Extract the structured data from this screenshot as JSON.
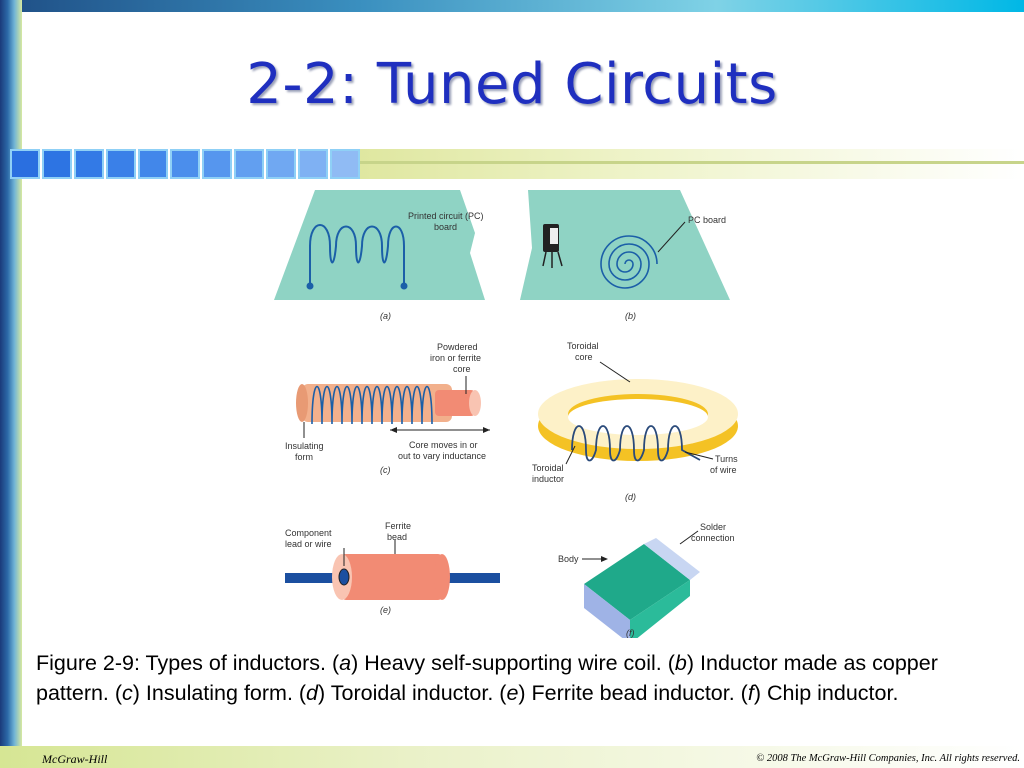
{
  "slide": {
    "title": "2-2: Tuned Circuits",
    "caption": {
      "p1": "Figure 2-9: Types of inductors.  (",
      "a": "a",
      "p2": ") Heavy self-supporting wire coil. (",
      "b": "b",
      "p3": ") Inductor made as copper pattern. (",
      "c": "c",
      "p4": ") Insulating form. (",
      "d": "d",
      "p5": ") Toroidal inductor. (",
      "e": "e",
      "p6": ") Ferrite bead inductor. (",
      "f": "f",
      "p7": ") Chip inductor."
    },
    "footer_left": "McGraw-Hill",
    "footer_right": "© 2008 The McGraw-Hill Companies, Inc. All rights reserved."
  },
  "figure": {
    "a": {
      "label": "(a)",
      "board_line1": "Printed circuit (PC)",
      "board_line2": "board"
    },
    "b": {
      "label": "(b)",
      "board": "PC board"
    },
    "c": {
      "label": "(c)",
      "core_line1": "Powdered",
      "core_line2": "iron or ferrite",
      "core_line3": "core",
      "form_line1": "Insulating",
      "form_line2": "form",
      "moves_line1": "Core moves in or",
      "moves_line2": "out to vary inductance"
    },
    "d": {
      "label": "(d)",
      "core_line1": "Toroidal",
      "core_line2": "core",
      "inductor_line1": "Toroidal",
      "inductor_line2": "inductor",
      "turns_line1": "Turns",
      "turns_line2": "of wire"
    },
    "e": {
      "label": "(e)",
      "lead_line1": "Component",
      "lead_line2": "lead or wire",
      "bead_line1": "Ferrite",
      "bead_line2": "bead"
    },
    "f": {
      "label": "(f)",
      "body": "Body",
      "solder_line1": "Solder",
      "solder_line2": "connection"
    }
  },
  "colors": {
    "title": "#1f2fbf",
    "board": "#8fd3c4",
    "wire": "#1b5fa8",
    "core": "#f28b74",
    "toroid": "#f4c224"
  }
}
